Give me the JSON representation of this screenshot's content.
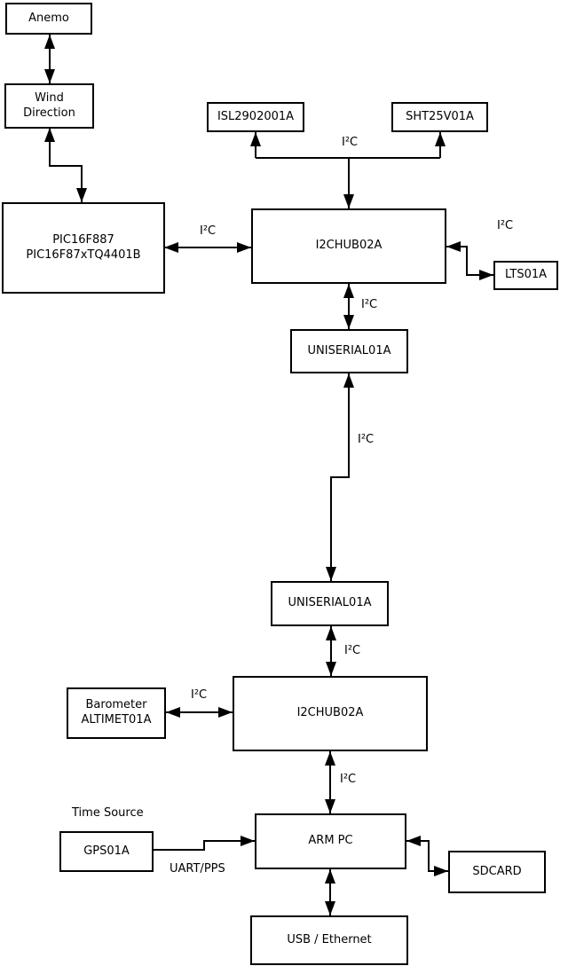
{
  "boxes": {
    "anemo": {
      "label": "Anemo"
    },
    "wind_direction": {
      "line1": "Wind",
      "line2": "Direction"
    },
    "pic": {
      "line1": "PIC16F887",
      "line2": "PIC16F87xTQ4401B"
    },
    "isl": {
      "label": "ISL2902001A"
    },
    "sht": {
      "label": "SHT25V01A"
    },
    "i2c_hub_top": {
      "label": "I2CHUB02A"
    },
    "lts": {
      "label": "LTS01A"
    },
    "uniserial_top": {
      "label": "UNISERIAL01A"
    },
    "uniserial_bottom": {
      "label": "UNISERIAL01A"
    },
    "i2c_hub_bottom": {
      "label": "I2CHUB02A"
    },
    "barometer": {
      "line1": "Barometer",
      "line2": "ALTIMET01A"
    },
    "arm_pc": {
      "label": "ARM PC"
    },
    "gps": {
      "label": "GPS01A"
    },
    "sdcard": {
      "label": "SDCARD"
    },
    "usb_ethernet": {
      "label": "USB / Ethernet"
    }
  },
  "edge_labels": {
    "i2c_pic_hub": "I²C",
    "i2c_sensor_branch": "I²C",
    "i2c_lts": "I²C",
    "i2c_hub_uniserial_top": "I²C",
    "i2c_uniserial_link": "I²C",
    "i2c_uniserial_hub_bottom": "I²C",
    "i2c_barometer_hub": "I²C",
    "i2c_hub_armpc": "I²C",
    "uart_pps": "UART/PPS",
    "time_source": "Time Source"
  },
  "colors": {
    "background": "#ffffff",
    "box_fill": "#ffffff",
    "box_border": "#000000",
    "line": "#000000",
    "text": "#000000"
  }
}
